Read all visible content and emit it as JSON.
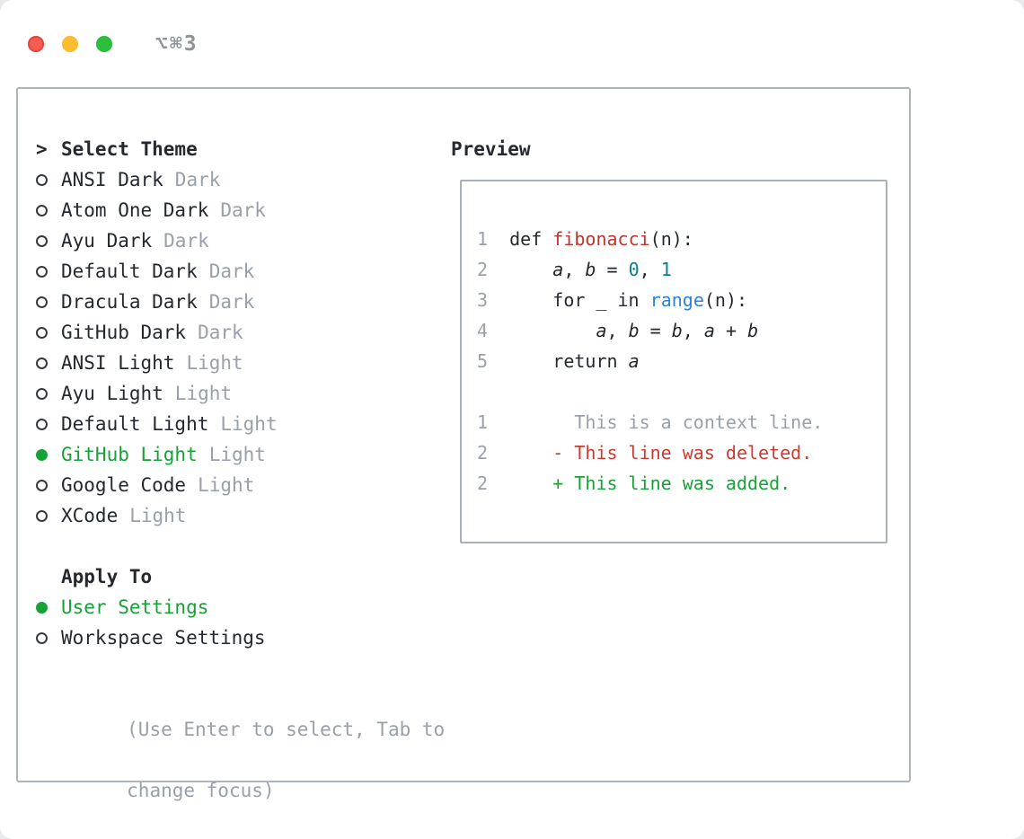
{
  "window": {
    "shortcut_label": "⌥⌘3",
    "traffic_light_colors": {
      "close": "#ff5f57",
      "minimize": "#febc2e",
      "zoom": "#28c840"
    }
  },
  "theme_selector": {
    "prompt": ">",
    "title": "Select Theme",
    "items": [
      {
        "name": "ANSI Dark",
        "variant": "Dark",
        "selected": false
      },
      {
        "name": "Atom One Dark",
        "variant": "Dark",
        "selected": false
      },
      {
        "name": "Ayu Dark",
        "variant": "Dark",
        "selected": false
      },
      {
        "name": "Default Dark",
        "variant": "Dark",
        "selected": false
      },
      {
        "name": "Dracula Dark",
        "variant": "Dark",
        "selected": false
      },
      {
        "name": "GitHub Dark",
        "variant": "Dark",
        "selected": false
      },
      {
        "name": "ANSI Light",
        "variant": "Light",
        "selected": false
      },
      {
        "name": "Ayu Light",
        "variant": "Light",
        "selected": false
      },
      {
        "name": "Default Light",
        "variant": "Light",
        "selected": false
      },
      {
        "name": "GitHub Light",
        "variant": "Light",
        "selected": true
      },
      {
        "name": "Google Code",
        "variant": "Light",
        "selected": false
      },
      {
        "name": "XCode",
        "variant": "Light",
        "selected": false
      }
    ]
  },
  "apply_to": {
    "title": "Apply To",
    "options": [
      {
        "label": "User Settings",
        "selected": true
      },
      {
        "label": "Workspace Settings",
        "selected": false
      }
    ]
  },
  "hint": {
    "line1": "(Use Enter to select, Tab to",
    "line2": "change focus)"
  },
  "preview": {
    "title": "Preview",
    "lines": [
      {
        "num": "1",
        "tokens": [
          {
            "t": "def ",
            "s": "plain"
          },
          {
            "t": "fibonacci",
            "s": "func"
          },
          {
            "t": "(n):",
            "s": "plain"
          }
        ]
      },
      {
        "num": "2",
        "tokens": [
          {
            "t": "    ",
            "s": "plain"
          },
          {
            "t": "a",
            "s": "var"
          },
          {
            "t": ", ",
            "s": "plain"
          },
          {
            "t": "b",
            "s": "var"
          },
          {
            "t": " = ",
            "s": "plain"
          },
          {
            "t": "0",
            "s": "num"
          },
          {
            "t": ", ",
            "s": "plain"
          },
          {
            "t": "1",
            "s": "num"
          }
        ]
      },
      {
        "num": "3",
        "tokens": [
          {
            "t": "    for _ in ",
            "s": "plain"
          },
          {
            "t": "range",
            "s": "builtin"
          },
          {
            "t": "(n):",
            "s": "plain"
          }
        ]
      },
      {
        "num": "4",
        "tokens": [
          {
            "t": "        ",
            "s": "plain"
          },
          {
            "t": "a",
            "s": "var"
          },
          {
            "t": ", ",
            "s": "plain"
          },
          {
            "t": "b",
            "s": "var"
          },
          {
            "t": " = ",
            "s": "plain"
          },
          {
            "t": "b",
            "s": "var"
          },
          {
            "t": ", ",
            "s": "plain"
          },
          {
            "t": "a",
            "s": "var"
          },
          {
            "t": " + ",
            "s": "plain"
          },
          {
            "t": "b",
            "s": "var"
          }
        ]
      },
      {
        "num": "5",
        "tokens": [
          {
            "t": "    return ",
            "s": "plain"
          },
          {
            "t": "a",
            "s": "var"
          }
        ]
      },
      {
        "blank": true
      },
      {
        "num": "1",
        "tokens": [
          {
            "t": "      This is a context line.",
            "s": "ctx"
          }
        ]
      },
      {
        "num": "2",
        "tokens": [
          {
            "t": "    - This line was deleted.",
            "s": "del"
          }
        ]
      },
      {
        "num": "2",
        "tokens": [
          {
            "t": "    + This line was added.",
            "s": "add"
          }
        ]
      }
    ]
  },
  "colors": {
    "text": "#24292f",
    "muted_gray": "#99a0a8",
    "accent_green": "#17a237",
    "keyword_red": "#c0342b",
    "deleted_red": "#cd3a30",
    "added_green": "#17a237",
    "number_teal": "#0d7d8c",
    "builtin_blue": "#2f81d6"
  }
}
